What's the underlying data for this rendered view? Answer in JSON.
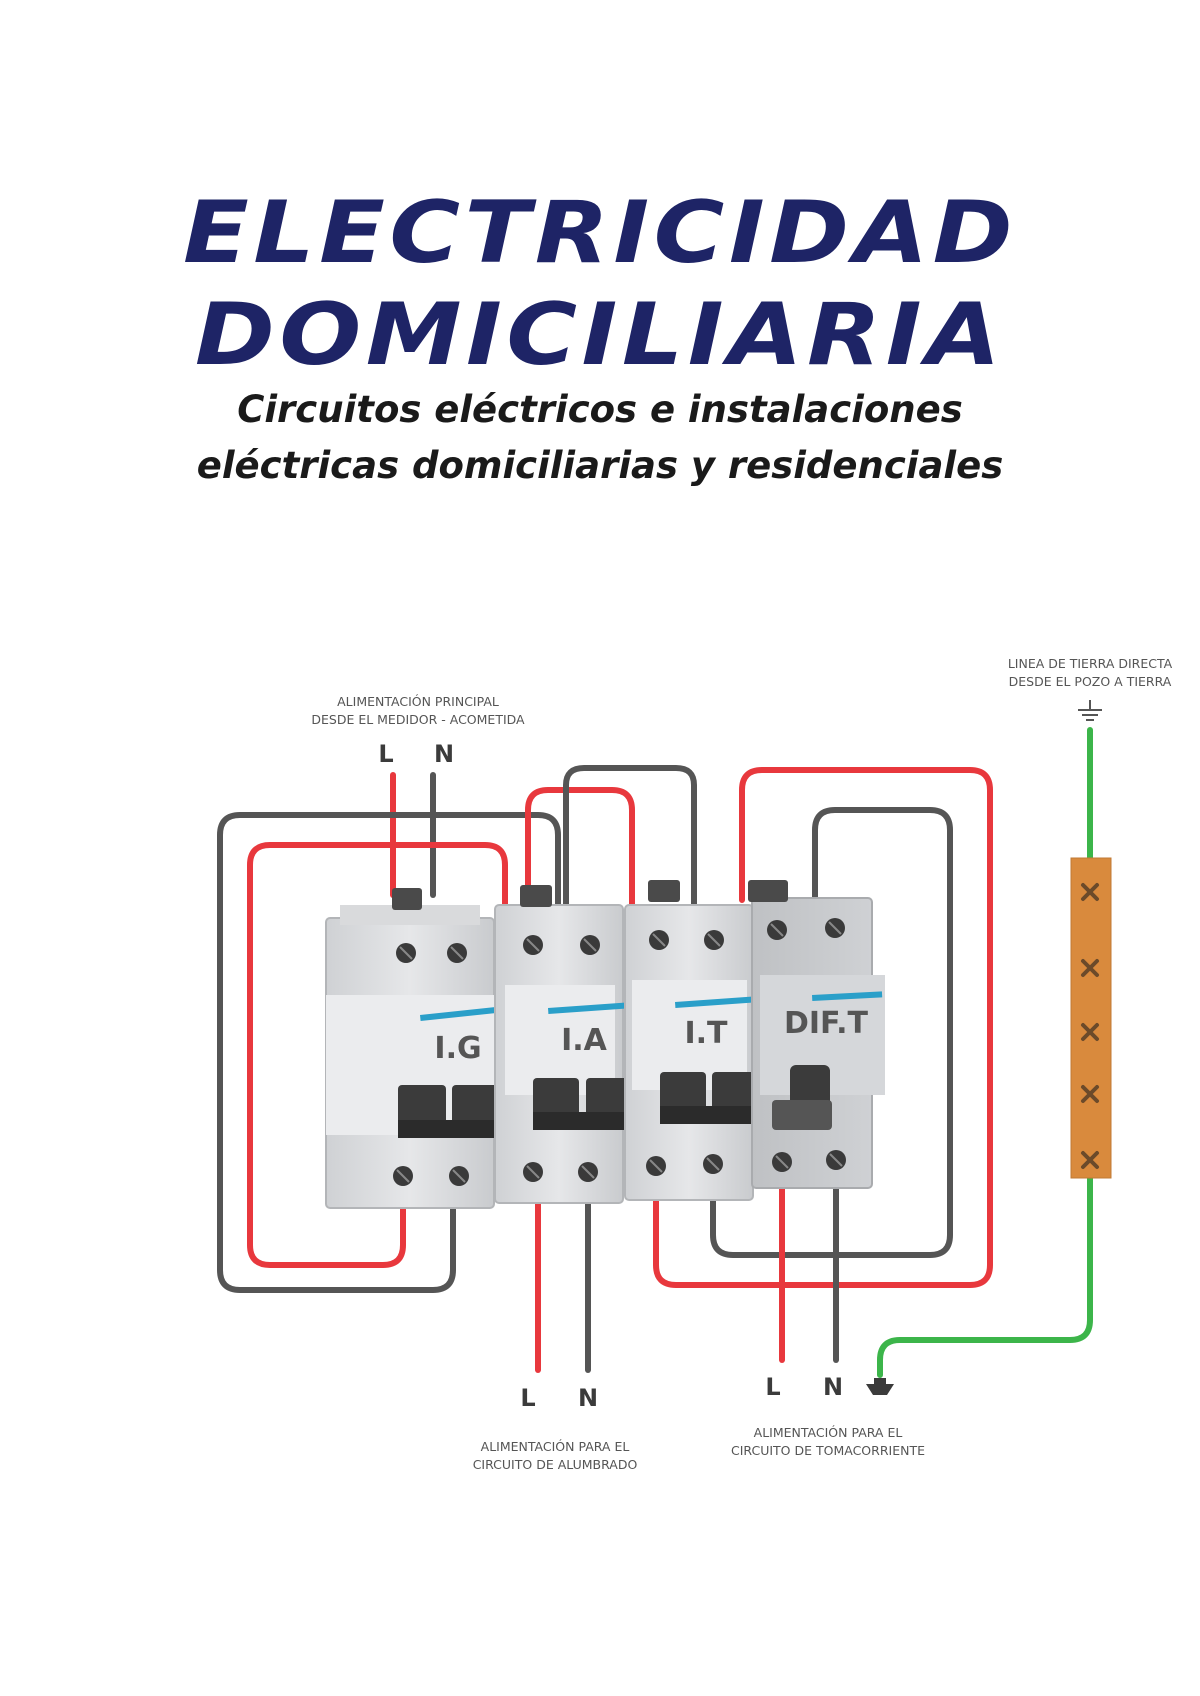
{
  "header": {
    "title_line1": "ELECTRICIDAD",
    "title_line2": "DOMICILIARIA",
    "subtitle_line1": "Circuitos eléctricos e instalaciones",
    "subtitle_line2": "eléctricas domiciliarias y residenciales"
  },
  "diagram": {
    "supply": {
      "line1": "ALIMENTACIÓN PRINCIPAL",
      "line2": "DESDE EL MEDIDOR - ACOMETIDA",
      "l": "L",
      "n": "N"
    },
    "earth": {
      "line1": "LINEA DE TIERRA DIRECTA",
      "line2": "DESDE EL POZO A TIERRA"
    },
    "breakers": [
      "I.G",
      "I.A",
      "I.T",
      "DIF.T"
    ],
    "lighting": {
      "l": "L",
      "n": "N",
      "line1": "ALIMENTACIÓN PARA EL",
      "line2": "CIRCUITO DE ALUMBRADO"
    },
    "outlets": {
      "l": "L",
      "n": "N",
      "line1": "ALIMENTACIÓN PARA EL",
      "line2": "CIRCUITO DE TOMACORRIENTE"
    },
    "colors": {
      "phase": "#e8383d",
      "neutral": "#555555",
      "earth": "#3cb54a",
      "earth_bar": "#d98a3d",
      "title": "#1e2466",
      "accent": "#2a9fc9"
    }
  }
}
